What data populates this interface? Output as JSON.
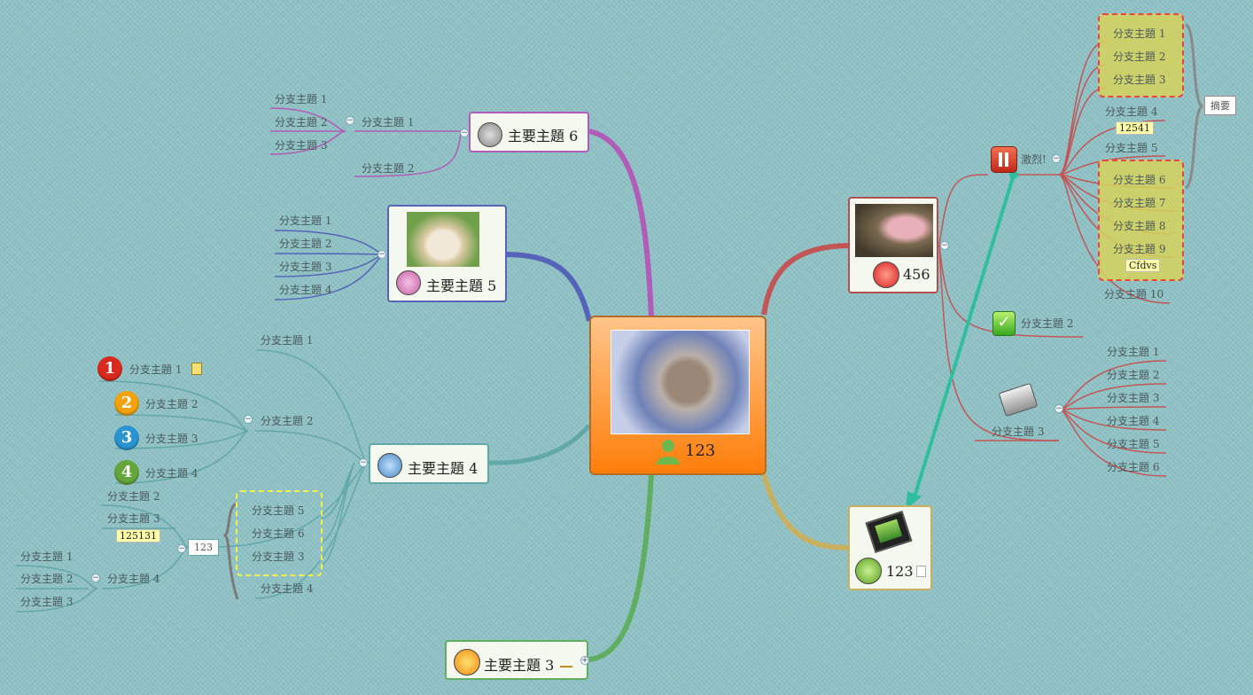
{
  "colors": {
    "background": "#8fc3c6",
    "central_fill_top": "#ffc58a",
    "central_fill_bottom": "#ff7e0a",
    "arrow": "#2fbf9f"
  },
  "central": {
    "label": "123",
    "icon": "user-icon",
    "image": "sleeping-kitten-photo"
  },
  "topic6": {
    "label": "主要主題 6",
    "icon": "sleeping-face-icon",
    "branches": [
      "分支主題 1",
      "分支主題 2"
    ],
    "sub": [
      "分支主題 1",
      "分支主題 2",
      "分支主題 3"
    ]
  },
  "topic5": {
    "label": "主要主題 5",
    "icon": "surprised-face-icon",
    "image": "puppy-photo",
    "branches": [
      "分支主題 1",
      "分支主題 2",
      "分支主題 3",
      "分支主題 4"
    ]
  },
  "topic4": {
    "label": "主要主題 4",
    "icon": "crying-face-icon",
    "b1": "分支主題 1",
    "b2": "分支主題 2",
    "b2_children": [
      "分支主題 1",
      "分支主題 2",
      "分支主題 3",
      "分支主題 4"
    ],
    "b2_numbers": [
      "1",
      "2",
      "3",
      "4"
    ],
    "b3": "123",
    "b3_children": [
      "分支主題 2",
      "分支主題 3",
      "分支主題 4"
    ],
    "b3_note": "125131",
    "b3_sub": [
      "分支主題 1",
      "分支主題 2",
      "分支主題 3"
    ],
    "dashed": [
      "分支主題 5",
      "分支主題 6",
      "分支主題 3"
    ],
    "b4": "分支主題 4"
  },
  "topic3": {
    "label": "主要主題 3",
    "icon": "laughing-face-icon"
  },
  "topic_456": {
    "label": "456",
    "icon": "angry-face-icon",
    "image": "pig-and-flower-photo",
    "violent": "激烈!",
    "violent_children": [
      "分支主題 1",
      "分支主題 2",
      "分支主題 3",
      "分支主題 4",
      "分支主題 5",
      "分支主題 6",
      "分支主題 7",
      "分支主題 8",
      "分支主題 9",
      "分支主題 10"
    ],
    "note_4": "12541",
    "note_9": "Cfdvs",
    "summary": "摘要",
    "b2": "分支主題 2",
    "b3": "分支主題 3",
    "b3_children": [
      "分支主題 1",
      "分支主題 2",
      "分支主題 3",
      "分支主題 4",
      "分支主題 5",
      "分支主題 6"
    ]
  },
  "topic_film": {
    "label": "123",
    "icon": "smile-face-icon",
    "image": "film-strip-icon"
  }
}
